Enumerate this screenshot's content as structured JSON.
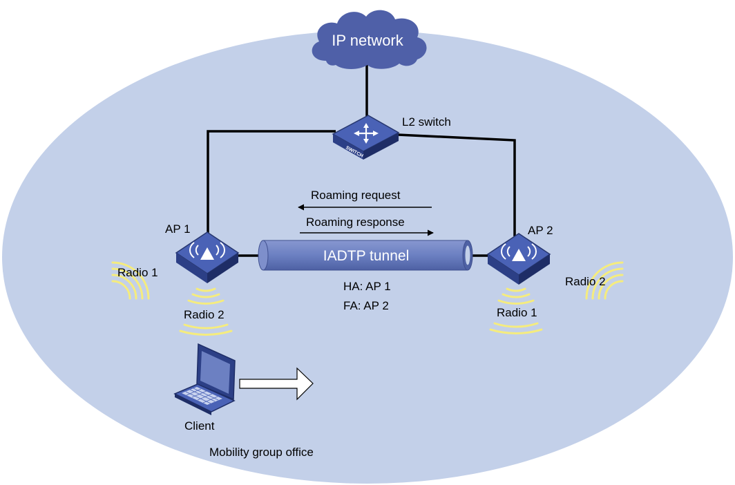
{
  "colors": {
    "ellipse_fill": "#c3d0e9",
    "cloud_fill": "#4f60a8",
    "device_top": "#4a62b6",
    "device_side": "#27376f",
    "tunnel_fill": "#6c80c2",
    "radio_wave": "#f5ec7e",
    "link": "#000000"
  },
  "labels": {
    "ip_network": "IP network",
    "l2_switch": "L2 switch",
    "switch_tag": "SWITCH",
    "roaming_request": "Roaming request",
    "roaming_response": "Roaming response",
    "ap1": "AP 1",
    "ap2": "AP 2",
    "iadtp_tunnel": "IADTP tunnel",
    "ha": "HA: AP 1",
    "fa": "FA: AP 2",
    "ap1_radio1": "Radio 1",
    "ap1_radio2": "Radio 2",
    "ap2_radio1": "Radio 1",
    "ap2_radio2": "Radio 2",
    "client": "Client",
    "mobility_group": "Mobility group office"
  },
  "icons": {
    "cloud": "cloud-icon",
    "switch": "switch-icon",
    "access_point": "access-point-icon",
    "laptop": "laptop-icon",
    "move": "right-arrow-icon"
  }
}
